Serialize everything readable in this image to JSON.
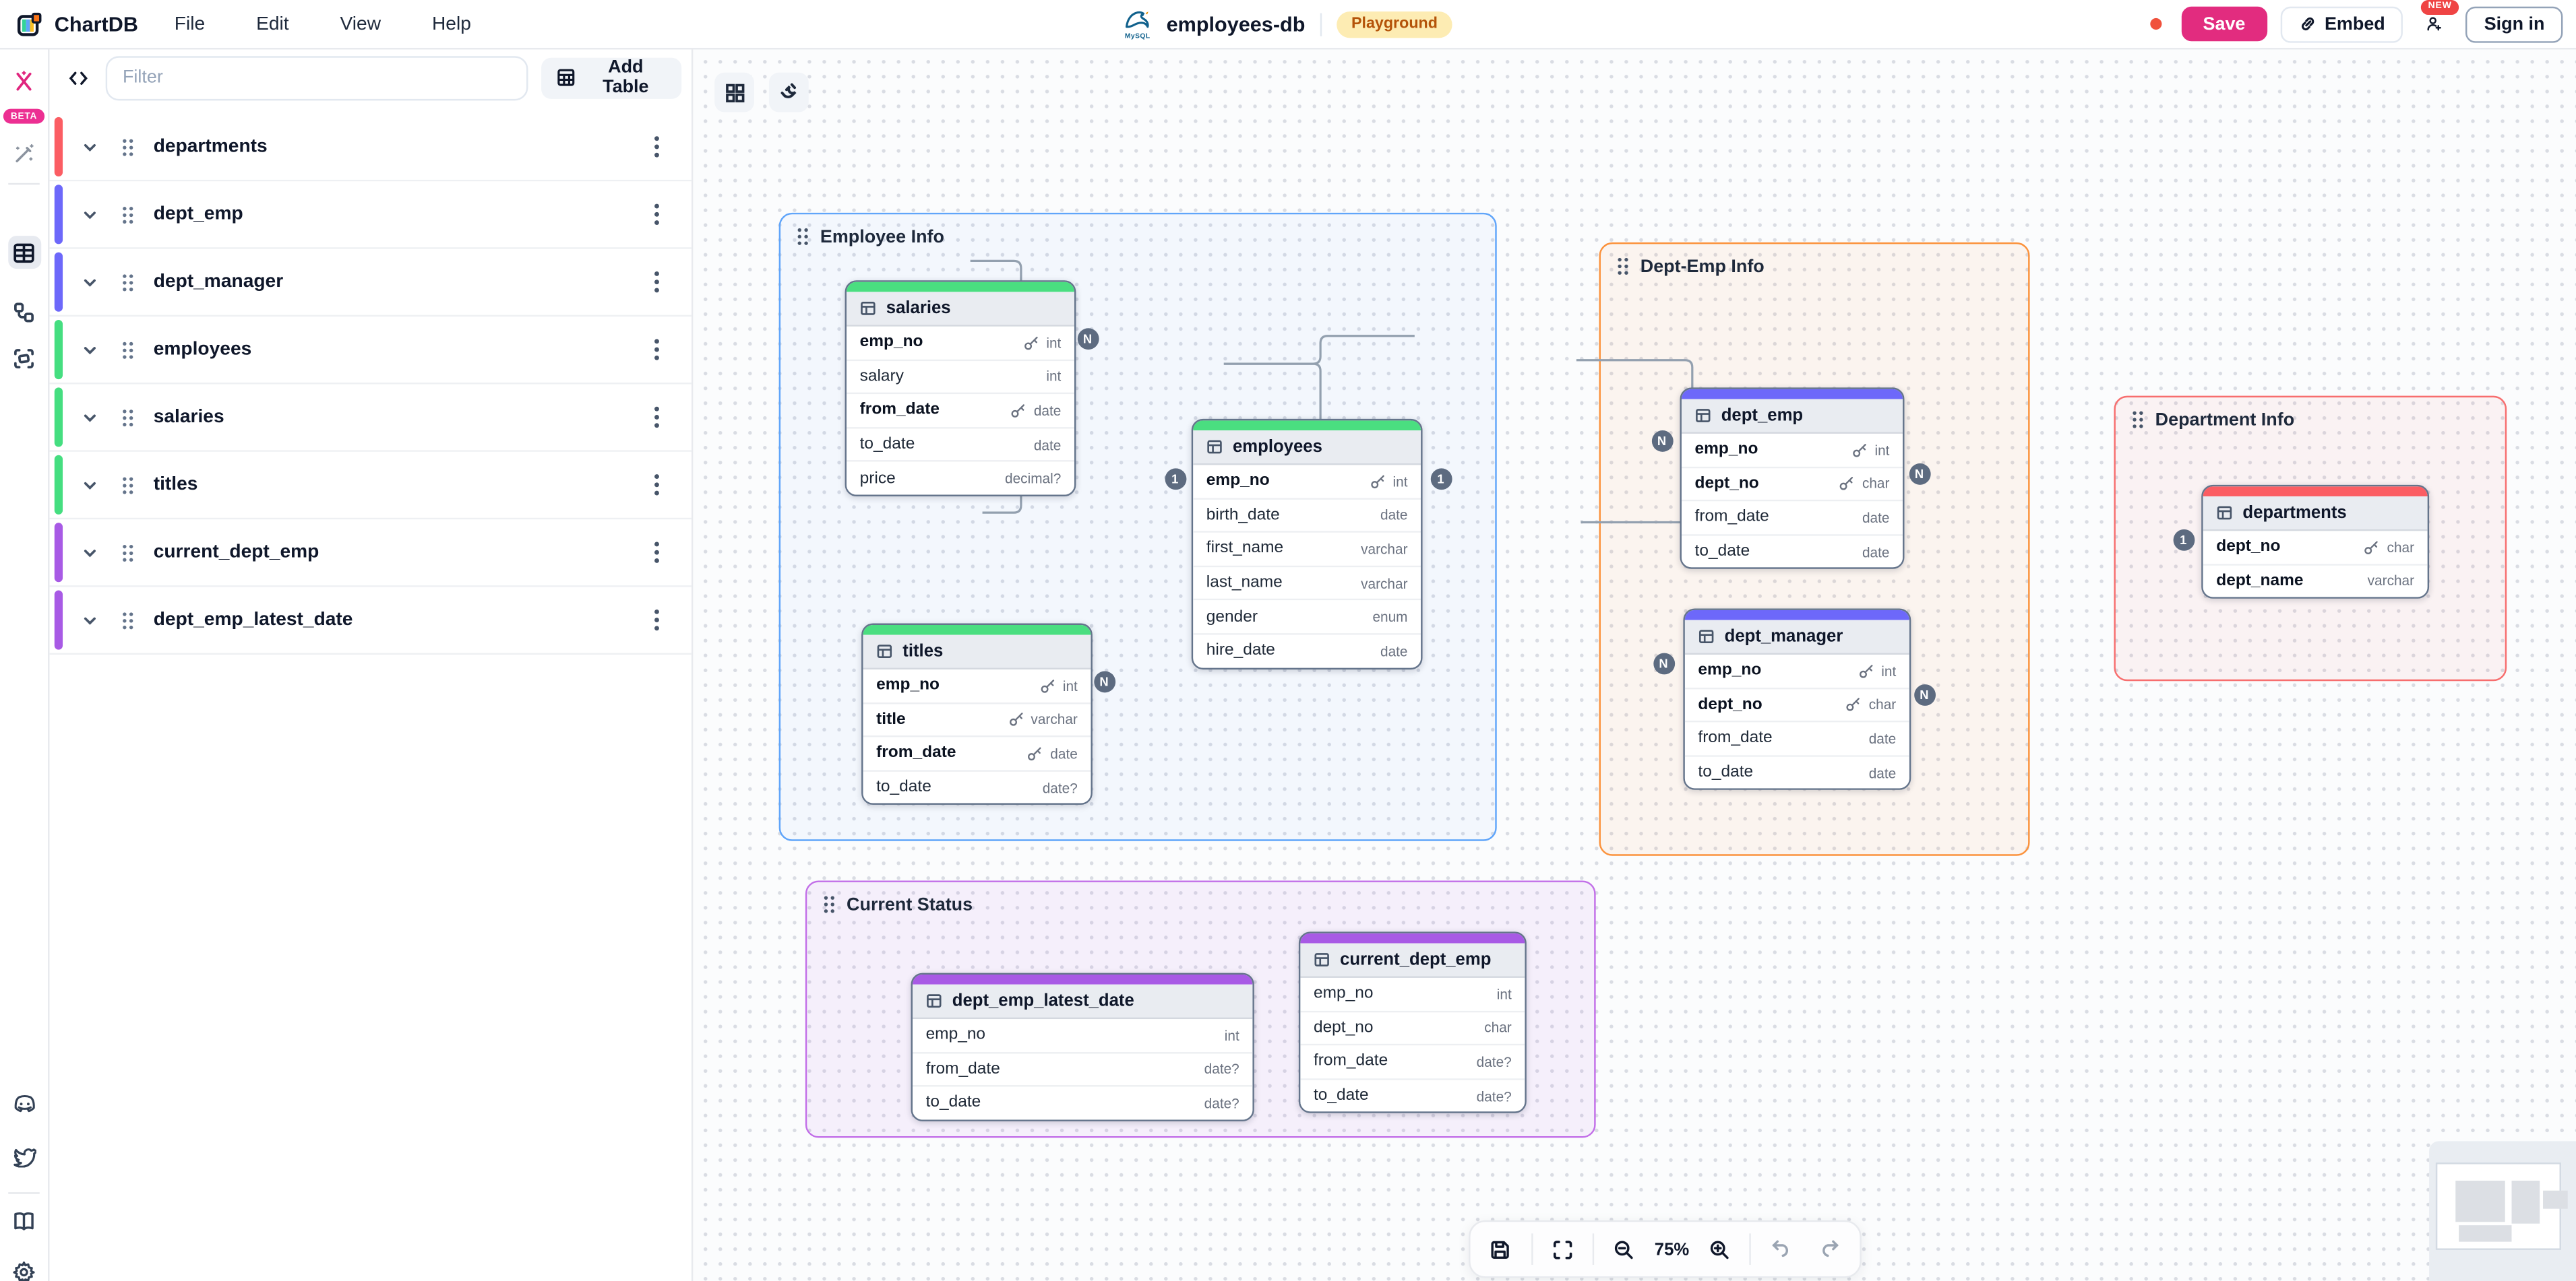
{
  "header": {
    "brand": "ChartDB",
    "menus": [
      "File",
      "Edit",
      "View",
      "Help"
    ],
    "db_name": "employees-db",
    "db_engine_icon": "mysql-dolphin",
    "environment_badge": "Playground",
    "badge_bg": "#fdecb3",
    "badge_text_color": "#b45309",
    "unsaved_dot_color": "#f0513c",
    "save_label": "Save",
    "save_bg": "#e22c7f",
    "embed_label": "Embed",
    "new_badge": "NEW",
    "sign_in_label": "Sign in"
  },
  "rail": {
    "beta_badge": "BETA",
    "items": [
      "ai-assistant",
      "magic-wand",
      "tables",
      "relationships",
      "areas",
      "discord",
      "twitter",
      "docs",
      "settings"
    ],
    "active_item": "tables"
  },
  "sidebar": {
    "filter_placeholder": "Filter",
    "add_table_label": "Add Table",
    "items": [
      {
        "name": "departments",
        "color": "#fb5d63"
      },
      {
        "name": "dept_emp",
        "color": "#6d68fa"
      },
      {
        "name": "dept_manager",
        "color": "#6d68fa"
      },
      {
        "name": "employees",
        "color": "#45de80"
      },
      {
        "name": "salaries",
        "color": "#45de80"
      },
      {
        "name": "titles",
        "color": "#45de80"
      },
      {
        "name": "current_dept_emp",
        "color": "#a85ae5"
      },
      {
        "name": "dept_emp_latest_date",
        "color": "#a85ae5"
      }
    ]
  },
  "canvas": {
    "zoom_label": "75%",
    "groups": [
      {
        "name": "Employee Info",
        "color": "#60a5fa"
      },
      {
        "name": "Dept-Emp Info",
        "color": "#fb923c"
      },
      {
        "name": "Department Info",
        "color": "#f76e6e"
      },
      {
        "name": "Current Status",
        "color": "#c26fe8"
      }
    ],
    "tables": [
      {
        "name": "salaries",
        "color": "#4ade80",
        "fields": [
          {
            "name": "emp_no",
            "type": "int",
            "key": true,
            "strong": true
          },
          {
            "name": "salary",
            "type": "int",
            "key": false,
            "strong": false
          },
          {
            "name": "from_date",
            "type": "date",
            "key": true,
            "strong": true
          },
          {
            "name": "to_date",
            "type": "date",
            "key": false,
            "strong": false
          },
          {
            "name": "price",
            "type": "decimal?",
            "key": false,
            "strong": false
          }
        ]
      },
      {
        "name": "employees",
        "color": "#4ade80",
        "fields": [
          {
            "name": "emp_no",
            "type": "int",
            "key": true,
            "strong": true
          },
          {
            "name": "birth_date",
            "type": "date",
            "key": false,
            "strong": false
          },
          {
            "name": "first_name",
            "type": "varchar",
            "key": false,
            "strong": false
          },
          {
            "name": "last_name",
            "type": "varchar",
            "key": false,
            "strong": false
          },
          {
            "name": "gender",
            "type": "enum",
            "key": false,
            "strong": false
          },
          {
            "name": "hire_date",
            "type": "date",
            "key": false,
            "strong": false
          }
        ]
      },
      {
        "name": "titles",
        "color": "#4ade80",
        "fields": [
          {
            "name": "emp_no",
            "type": "int",
            "key": true,
            "strong": true
          },
          {
            "name": "title",
            "type": "varchar",
            "key": true,
            "strong": true
          },
          {
            "name": "from_date",
            "type": "date",
            "key": true,
            "strong": true
          },
          {
            "name": "to_date",
            "type": "date?",
            "key": false,
            "strong": false
          }
        ]
      },
      {
        "name": "dept_emp",
        "color": "#6d68fa",
        "fields": [
          {
            "name": "emp_no",
            "type": "int",
            "key": true,
            "strong": true
          },
          {
            "name": "dept_no",
            "type": "char",
            "key": true,
            "strong": true
          },
          {
            "name": "from_date",
            "type": "date",
            "key": false,
            "strong": false
          },
          {
            "name": "to_date",
            "type": "date",
            "key": false,
            "strong": false
          }
        ]
      },
      {
        "name": "dept_manager",
        "color": "#6d68fa",
        "fields": [
          {
            "name": "emp_no",
            "type": "int",
            "key": true,
            "strong": true
          },
          {
            "name": "dept_no",
            "type": "char",
            "key": true,
            "strong": true
          },
          {
            "name": "from_date",
            "type": "date",
            "key": false,
            "strong": false
          },
          {
            "name": "to_date",
            "type": "date",
            "key": false,
            "strong": false
          }
        ]
      },
      {
        "name": "departments",
        "color": "#fb5d63",
        "fields": [
          {
            "name": "dept_no",
            "type": "char",
            "key": true,
            "strong": true
          },
          {
            "name": "dept_name",
            "type": "varchar",
            "key": false,
            "strong": true
          }
        ]
      },
      {
        "name": "dept_emp_latest_date",
        "color": "#a85ae5",
        "fields": [
          {
            "name": "emp_no",
            "type": "int",
            "key": false,
            "strong": false
          },
          {
            "name": "from_date",
            "type": "date?",
            "key": false,
            "strong": false
          },
          {
            "name": "to_date",
            "type": "date?",
            "key": false,
            "strong": false
          }
        ]
      },
      {
        "name": "current_dept_emp",
        "color": "#a85ae5",
        "fields": [
          {
            "name": "emp_no",
            "type": "int",
            "key": false,
            "strong": false
          },
          {
            "name": "dept_no",
            "type": "char",
            "key": false,
            "strong": false
          },
          {
            "name": "from_date",
            "type": "date?",
            "key": false,
            "strong": false
          },
          {
            "name": "to_date",
            "type": "date?",
            "key": false,
            "strong": false
          }
        ]
      }
    ],
    "relationships": [
      {
        "from": "salaries.emp_no",
        "to": "employees.emp_no",
        "from_card": "N",
        "to_card": "1"
      },
      {
        "from": "titles.emp_no",
        "to": "employees.emp_no",
        "from_card": "N",
        "to_card": "1"
      },
      {
        "from": "employees.emp_no",
        "to": "dept_emp.emp_no",
        "from_card": "1",
        "to_card": "N"
      },
      {
        "from": "employees.emp_no",
        "to": "dept_manager.emp_no",
        "from_card": "1",
        "to_card": "N"
      },
      {
        "from": "dept_emp.dept_no",
        "to": "departments.dept_no",
        "from_card": "N",
        "to_card": "1"
      },
      {
        "from": "dept_manager.dept_no",
        "to": "departments.dept_no",
        "from_card": "N",
        "to_card": "1"
      }
    ],
    "toolbar_icons": [
      "save",
      "fit-view",
      "zoom-out",
      "zoom-in",
      "undo",
      "redo"
    ],
    "corner_icons": [
      "grid-view",
      "snap-magnet"
    ]
  }
}
